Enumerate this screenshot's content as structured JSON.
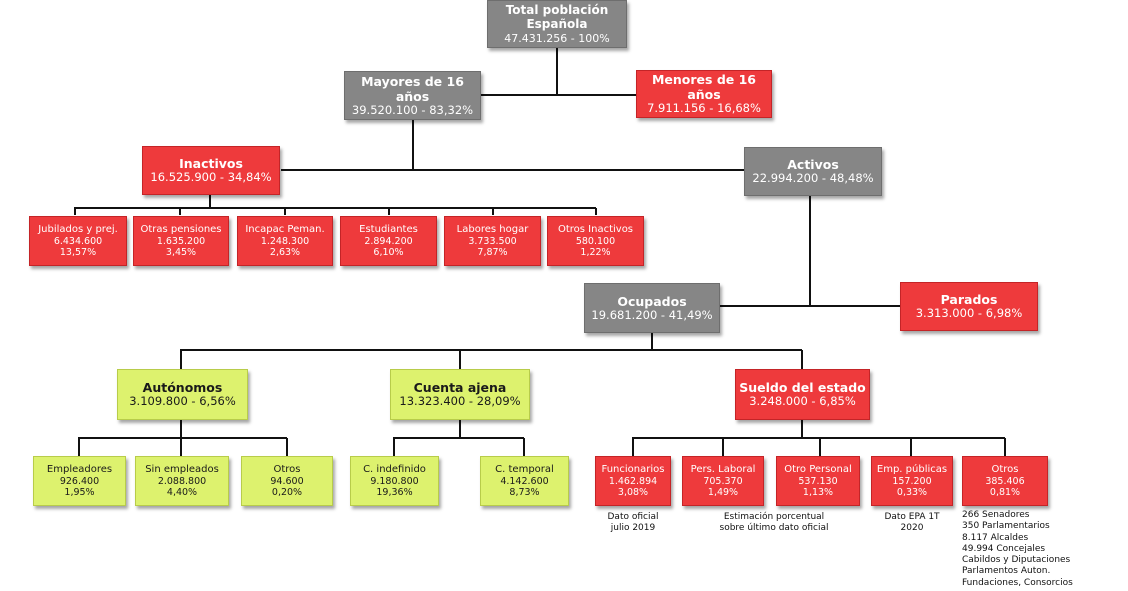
{
  "colors": {
    "gray": "#868686",
    "red": "#ee3a3c",
    "green": "#ddf26e",
    "line": "#111111"
  },
  "nodes": {
    "total": {
      "title": "Total población\nEspañola",
      "value": "47.431.256 - 100%",
      "color": "gray"
    },
    "mayores": {
      "title": "Mayores de 16 años",
      "value": "39.520.100 - 83,32%",
      "color": "gray"
    },
    "menores": {
      "title": "Menores de 16 años",
      "value": "7.911.156 - 16,68%",
      "color": "red"
    },
    "inactivos": {
      "title": "Inactivos",
      "value": "16.525.900 - 34,84%",
      "color": "red"
    },
    "activos": {
      "title": "Activos",
      "value": "22.994.200 - 48,48%",
      "color": "gray"
    },
    "jubilados": {
      "title": "Jubilados y prej.",
      "value": "6.434.600",
      "pct": "13,57%",
      "color": "red"
    },
    "pensiones": {
      "title": "Otras pensiones",
      "value": "1.635.200",
      "pct": "3,45%",
      "color": "red"
    },
    "incapac": {
      "title": "Incapac Peman.",
      "value": "1.248.300",
      "pct": "2,63%",
      "color": "red"
    },
    "estudiantes": {
      "title": "Estudiantes",
      "value": "2.894.200",
      "pct": "6,10%",
      "color": "red"
    },
    "labores": {
      "title": "Labores hogar",
      "value": "3.733.500",
      "pct": "7,87%",
      "color": "red"
    },
    "otrosInact": {
      "title": "Otros Inactivos",
      "value": "580.100",
      "pct": "1,22%",
      "color": "red"
    },
    "ocupados": {
      "title": "Ocupados",
      "value": "19.681.200 - 41,49%",
      "color": "gray"
    },
    "parados": {
      "title": "Parados",
      "value": "3.313.000 - 6,98%",
      "color": "red"
    },
    "autonomos": {
      "title": "Autónomos",
      "value": "3.109.800 - 6,56%",
      "color": "green"
    },
    "ajena": {
      "title": "Cuenta ajena",
      "value": "13.323.400 - 28,09%",
      "color": "green"
    },
    "estado": {
      "title": "Sueldo del estado",
      "value": "3.248.000 - 6,85%",
      "color": "red"
    },
    "empleadores": {
      "title": "Empleadores",
      "value": "926.400",
      "pct": "1,95%",
      "color": "green"
    },
    "sinEmp": {
      "title": "Sin empleados",
      "value": "2.088.800",
      "pct": "4,40%",
      "color": "green"
    },
    "otrosAut": {
      "title": "Otros",
      "value": "94.600",
      "pct": "0,20%",
      "color": "green"
    },
    "indef": {
      "title": "C. indefinido",
      "value": "9.180.800",
      "pct": "19,36%",
      "color": "green"
    },
    "temporal": {
      "title": "C. temporal",
      "value": "4.142.600",
      "pct": "8,73%",
      "color": "green"
    },
    "funcionarios": {
      "title": "Funcionarios",
      "value": "1.462.894",
      "pct": "3,08%",
      "color": "red"
    },
    "laboral": {
      "title": "Pers. Laboral",
      "value": "705.370",
      "pct": "1,49%",
      "color": "red"
    },
    "otroPers": {
      "title": "Otro Personal",
      "value": "537.130",
      "pct": "1,13%",
      "color": "red"
    },
    "empPub": {
      "title": "Emp. públicas",
      "value": "157.200",
      "pct": "0,33%",
      "color": "red"
    },
    "otrosEst": {
      "title": "Otros",
      "value": "385.406",
      "pct": "0,81%",
      "color": "red"
    }
  },
  "notes": {
    "funcionarios": "Dato oficial\njulio 2019",
    "estimacion": "Estimación porcentual\nsobre último dato oficial",
    "empPub": "Dato EPA 1T\n2020",
    "otros": "266 Senadores\n350 Parlamentarios\n8.117 Alcaldes\n49.994 Concejales\nCabildos y Diputaciones\nParlamentos Auton.\nFundaciones, Consorcios"
  },
  "links": [
    [
      "total",
      "mayores"
    ],
    [
      "total",
      "menores"
    ],
    [
      "mayores",
      "inactivos"
    ],
    [
      "mayores",
      "activos"
    ],
    [
      "inactivos",
      "jubilados"
    ],
    [
      "inactivos",
      "pensiones"
    ],
    [
      "inactivos",
      "incapac"
    ],
    [
      "inactivos",
      "estudiantes"
    ],
    [
      "inactivos",
      "labores"
    ],
    [
      "inactivos",
      "otrosInact"
    ],
    [
      "activos",
      "ocupados"
    ],
    [
      "activos",
      "parados"
    ],
    [
      "ocupados",
      "autonomos"
    ],
    [
      "ocupados",
      "ajena"
    ],
    [
      "ocupados",
      "estado"
    ],
    [
      "autonomos",
      "empleadores"
    ],
    [
      "autonomos",
      "sinEmp"
    ],
    [
      "autonomos",
      "otrosAut"
    ],
    [
      "ajena",
      "indef"
    ],
    [
      "ajena",
      "temporal"
    ],
    [
      "estado",
      "funcionarios"
    ],
    [
      "estado",
      "laboral"
    ],
    [
      "estado",
      "otroPers"
    ],
    [
      "estado",
      "empPub"
    ],
    [
      "estado",
      "otrosEst"
    ]
  ]
}
